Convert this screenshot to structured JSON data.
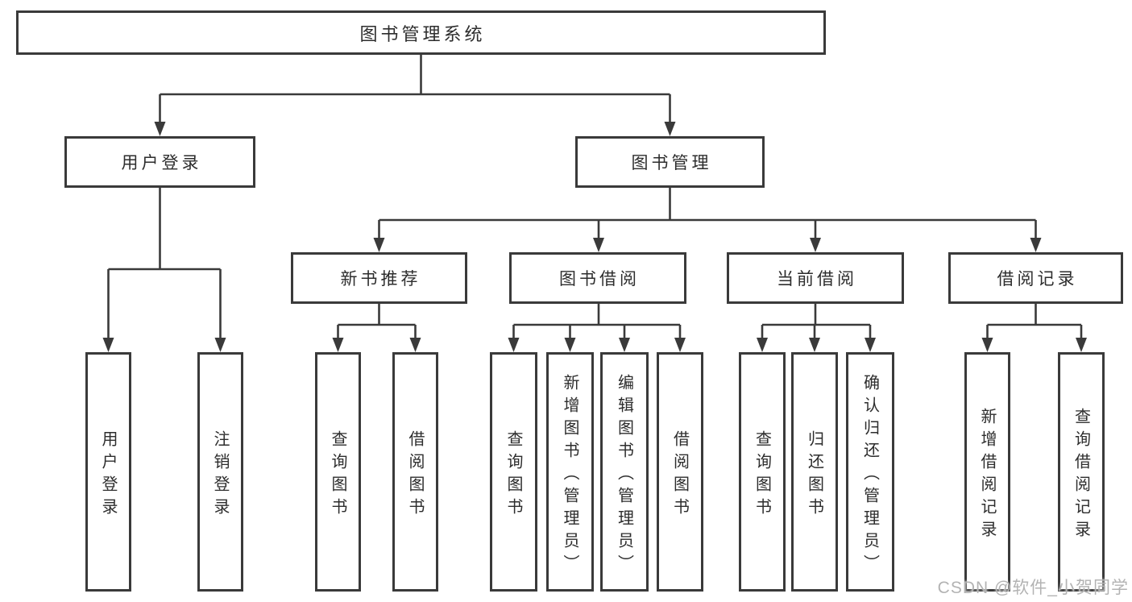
{
  "tree": {
    "root": {
      "label": "图书管理系统",
      "children": [
        {
          "label": "用户登录",
          "children": [
            {
              "label": "用户登录"
            },
            {
              "label": "注销登录"
            }
          ]
        },
        {
          "label": "图书管理",
          "children": [
            {
              "label": "新书推荐",
              "children": [
                {
                  "label": "查询图书"
                },
                {
                  "label": "借阅图书"
                }
              ]
            },
            {
              "label": "图书借阅",
              "children": [
                {
                  "label": "查询图书"
                },
                {
                  "label": "新增图书（管理员）"
                },
                {
                  "label": "编辑图书（管理员）"
                },
                {
                  "label": "借阅图书"
                }
              ]
            },
            {
              "label": "当前借阅",
              "children": [
                {
                  "label": "查询图书"
                },
                {
                  "label": "归还图书"
                },
                {
                  "label": "确认归还（管理员）"
                }
              ]
            },
            {
              "label": "借阅记录",
              "children": [
                {
                  "label": "新增借阅记录"
                },
                {
                  "label": "查询借阅记录"
                }
              ]
            }
          ]
        }
      ]
    }
  },
  "watermark": {
    "text": "CSDN @软件_小贺同学"
  },
  "colors": {
    "line": "#3a3a3a",
    "box_border": "#3a3a3a",
    "box_fill": "#ffffff",
    "text": "#2d2d2d",
    "watermark": "#b3b3b3",
    "background": "#ffffff"
  }
}
